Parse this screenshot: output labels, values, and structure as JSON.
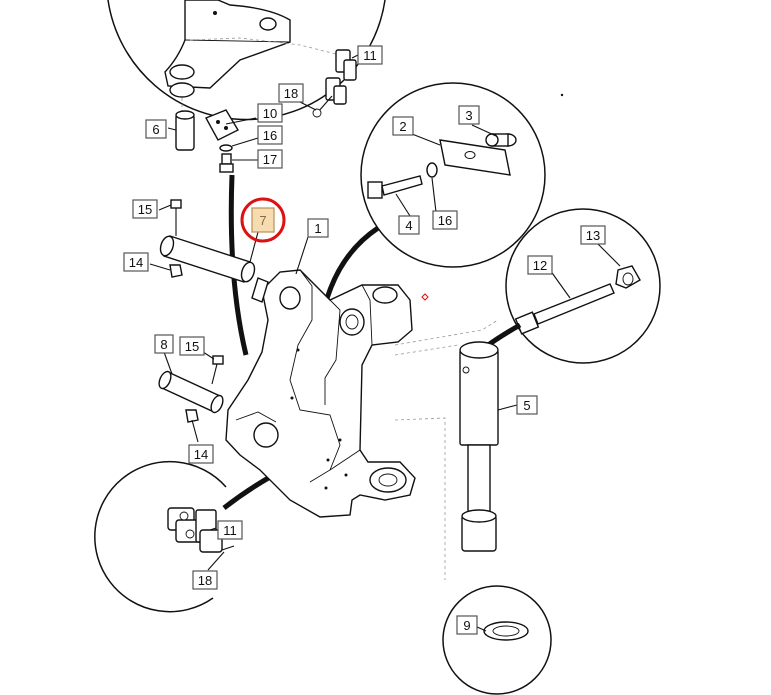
{
  "labels": {
    "c1": "1",
    "c2": "2",
    "c3": "3",
    "c4": "4",
    "c5": "5",
    "c6": "6",
    "c7": "7",
    "c8": "8",
    "c9": "9",
    "c10": "10",
    "c11a": "11",
    "c11b": "11",
    "c12": "12",
    "c13": "13",
    "c14a": "14",
    "c14b": "14",
    "c15a": "15",
    "c15b": "15",
    "c16a": "16",
    "c16b": "16",
    "c17": "17",
    "c18a": "18",
    "c18b": "18"
  },
  "highlight": {
    "label": "7",
    "ring_color": "#dd1111",
    "fill_color": "#f6dcb0"
  }
}
